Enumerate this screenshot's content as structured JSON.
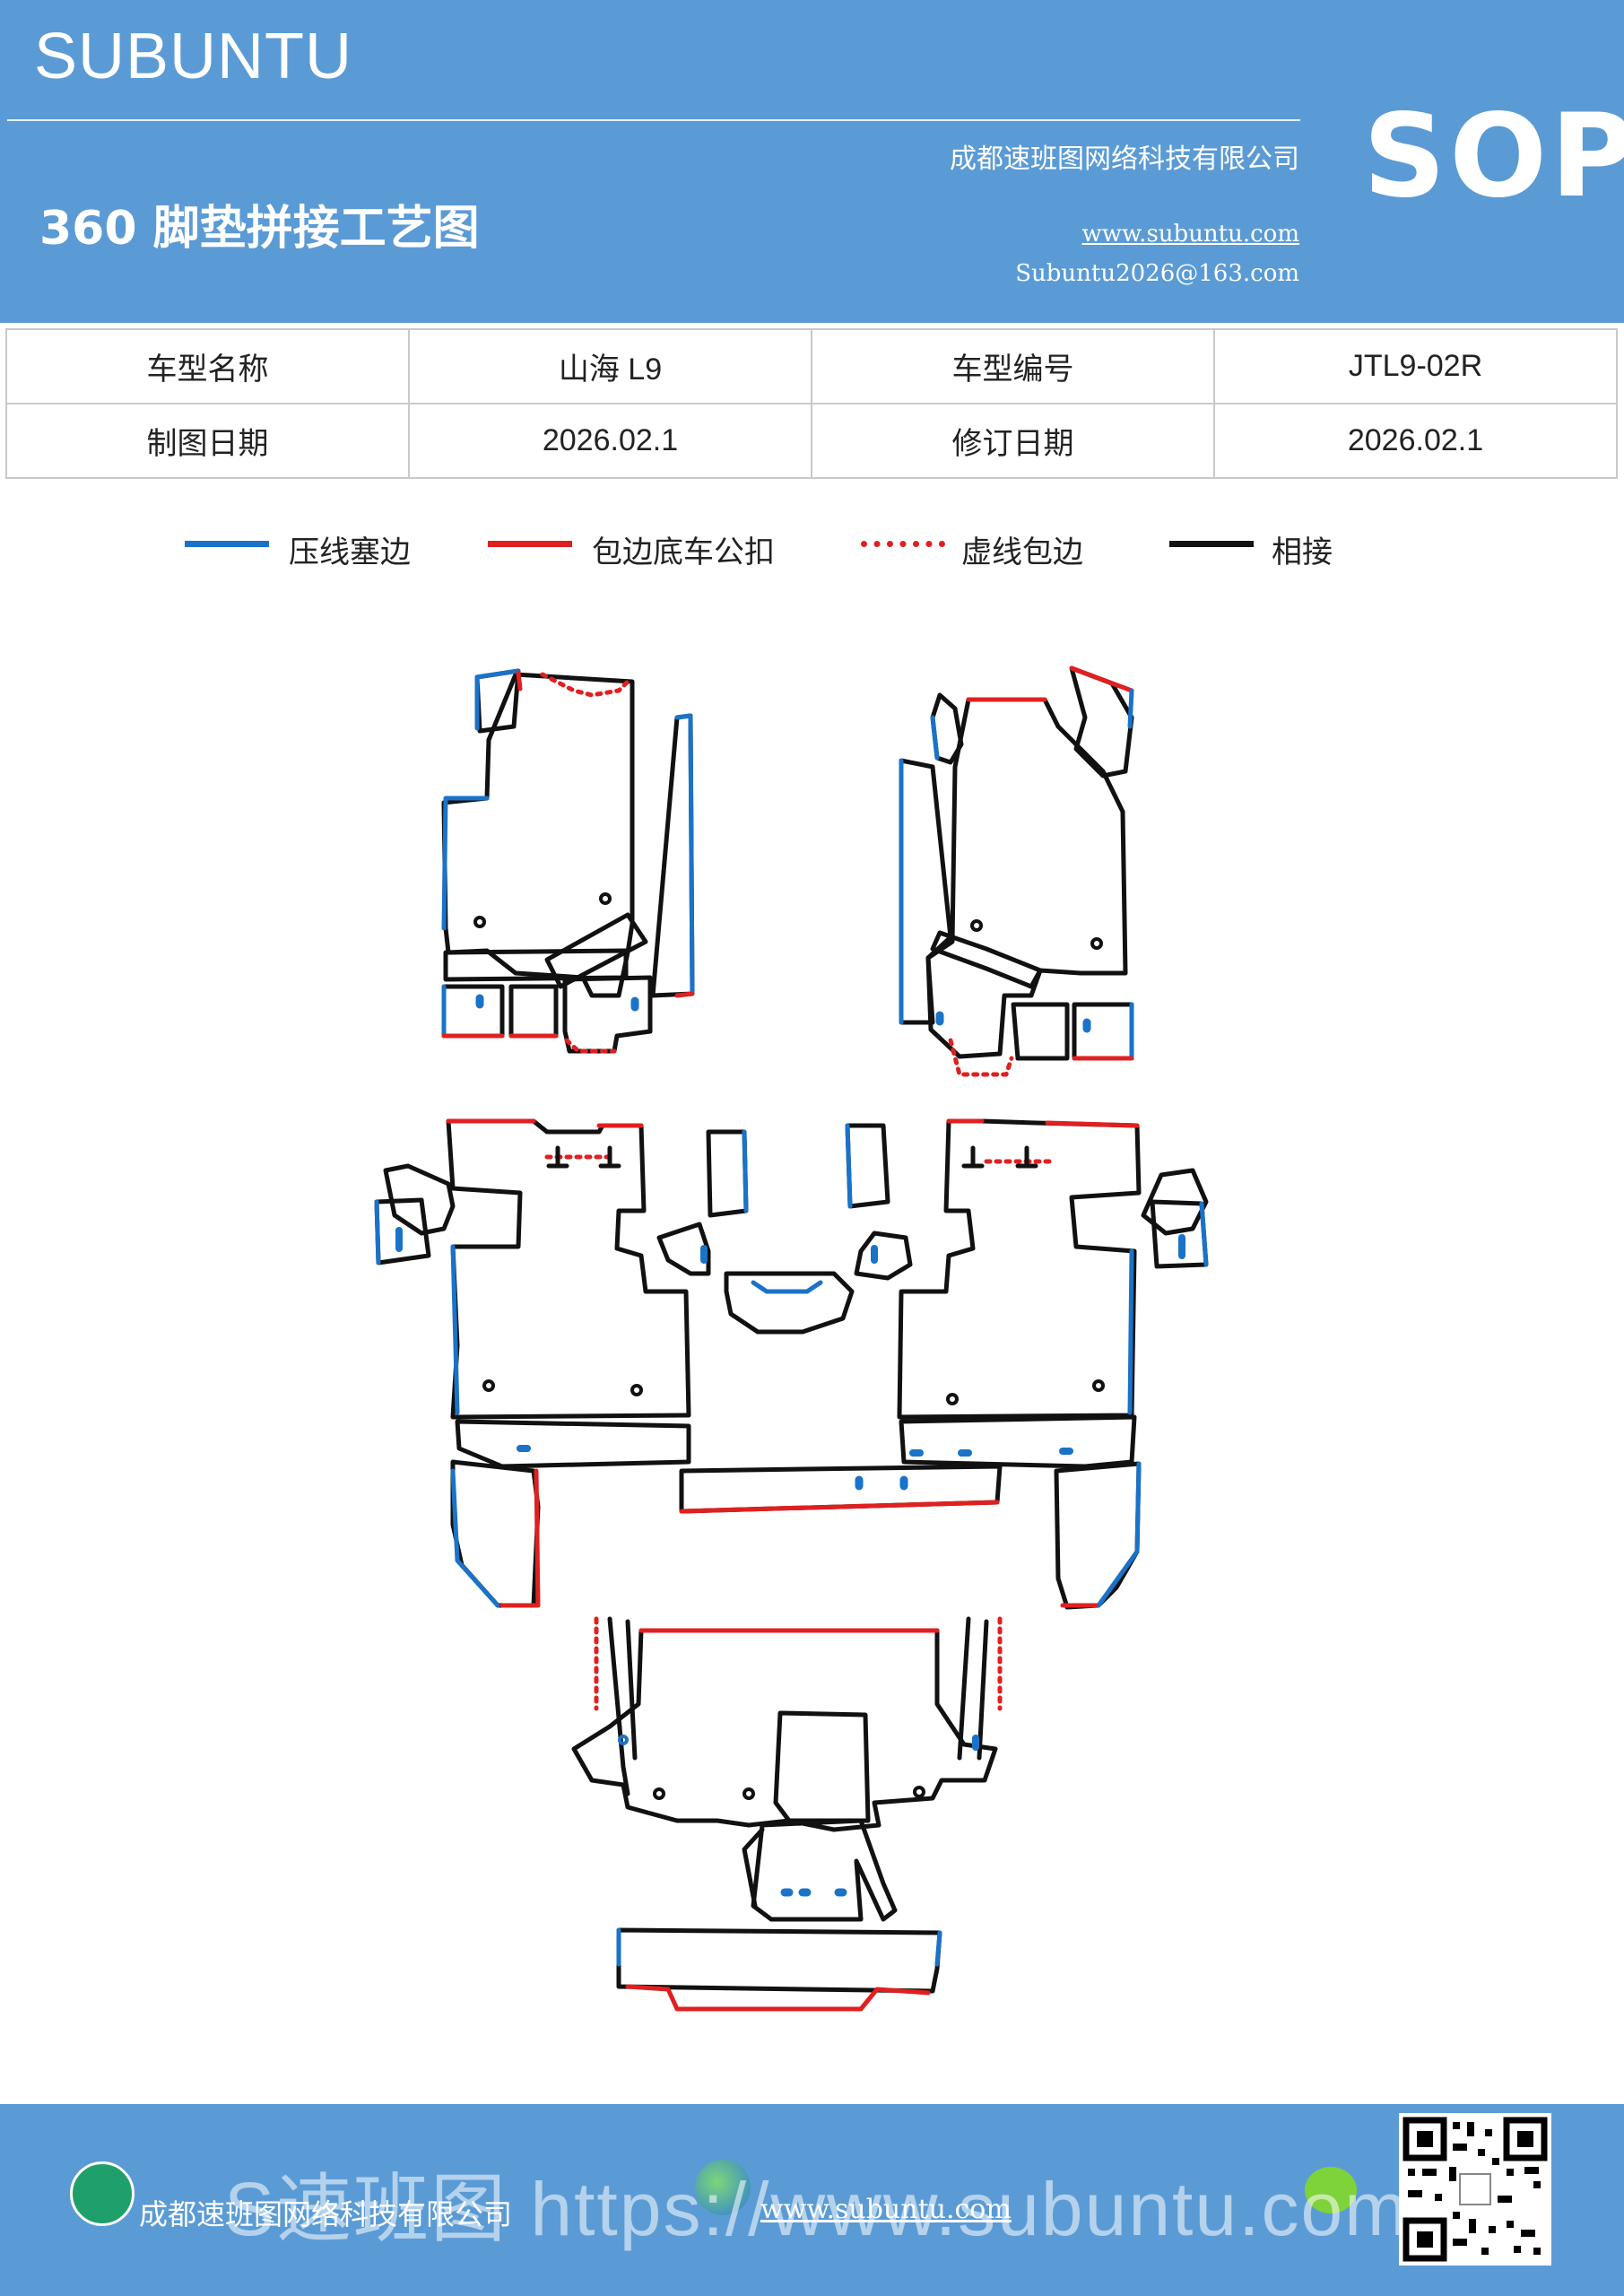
{
  "header": {
    "brand": "SUBUNTU",
    "title": "360 脚垫拼接工艺图",
    "company": "成都速班图网络科技有限公司",
    "website": "www.subuntu.com",
    "email": "Subuntu2026@163.com",
    "badge": "SOP"
  },
  "info_table": {
    "rows": [
      {
        "label1": "车型名称",
        "value1": "山海 L9",
        "label2": "车型编号",
        "value2": "JTL9-02R"
      },
      {
        "label1": "制图日期",
        "value1": "2026.02.1",
        "label2": "修订日期",
        "value2": "2026.02.1"
      }
    ]
  },
  "legend": [
    {
      "label": "压线塞边",
      "color": "#1a73c8",
      "style": "solid"
    },
    {
      "label": "包边底车公扣",
      "color": "#e02020",
      "style": "solid"
    },
    {
      "label": "虚线包边",
      "color": "#e02020",
      "style": "dotted"
    },
    {
      "label": "相接",
      "color": "#111111",
      "style": "solid"
    }
  ],
  "colors": {
    "header_bg": "#5b9bd5",
    "press_edge": "#1a73c8",
    "wrap_edge": "#e02020",
    "join": "#111111"
  },
  "footer": {
    "company": "成都速班图网络科技有限公司",
    "overlay": "S速班图 https://www.subuntu.com",
    "website": "www.subuntu.com"
  },
  "icons": [
    "home-icon",
    "globe-icon",
    "wechat-icon",
    "qr-code"
  ]
}
